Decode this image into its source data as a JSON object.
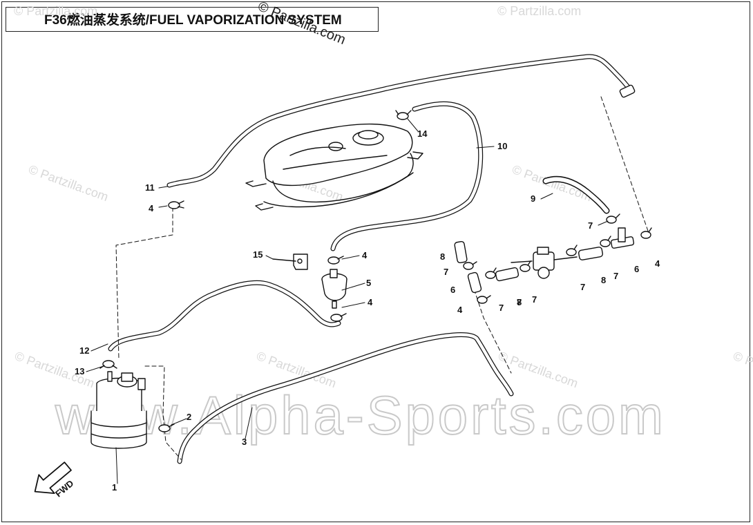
{
  "title": "F36燃油蒸发系统/FUEL VAPORIZATION SYSTEM",
  "watermark_top": "© Partzilla.com",
  "watermark_small": "© Partzilla.com",
  "watermark_big": "www.Alpha-Sports.com",
  "fwd_label": "FWD",
  "callouts": [
    {
      "id": "c1",
      "text": "1"
    },
    {
      "id": "c2",
      "text": "2"
    },
    {
      "id": "c3",
      "text": "3"
    },
    {
      "id": "c4a",
      "text": "4"
    },
    {
      "id": "c4b",
      "text": "4"
    },
    {
      "id": "c4c",
      "text": "4"
    },
    {
      "id": "c4d",
      "text": "4"
    },
    {
      "id": "c4e",
      "text": "4"
    },
    {
      "id": "c5",
      "text": "5"
    },
    {
      "id": "c6a",
      "text": "6"
    },
    {
      "id": "c6b",
      "text": "6"
    },
    {
      "id": "c7a",
      "text": "7"
    },
    {
      "id": "c7b",
      "text": "7"
    },
    {
      "id": "c7c",
      "text": "7"
    },
    {
      "id": "c7d",
      "text": "7"
    },
    {
      "id": "c7e",
      "text": "7"
    },
    {
      "id": "c7f",
      "text": "7"
    },
    {
      "id": "c7g",
      "text": "7"
    },
    {
      "id": "c8a",
      "text": "8"
    },
    {
      "id": "c8b",
      "text": "8"
    },
    {
      "id": "c8c",
      "text": "8"
    },
    {
      "id": "c9",
      "text": "9"
    },
    {
      "id": "c10",
      "text": "10"
    },
    {
      "id": "c11",
      "text": "11"
    },
    {
      "id": "c12",
      "text": "12"
    },
    {
      "id": "c13",
      "text": "13"
    },
    {
      "id": "c14",
      "text": "14"
    },
    {
      "id": "c15",
      "text": "15"
    }
  ]
}
